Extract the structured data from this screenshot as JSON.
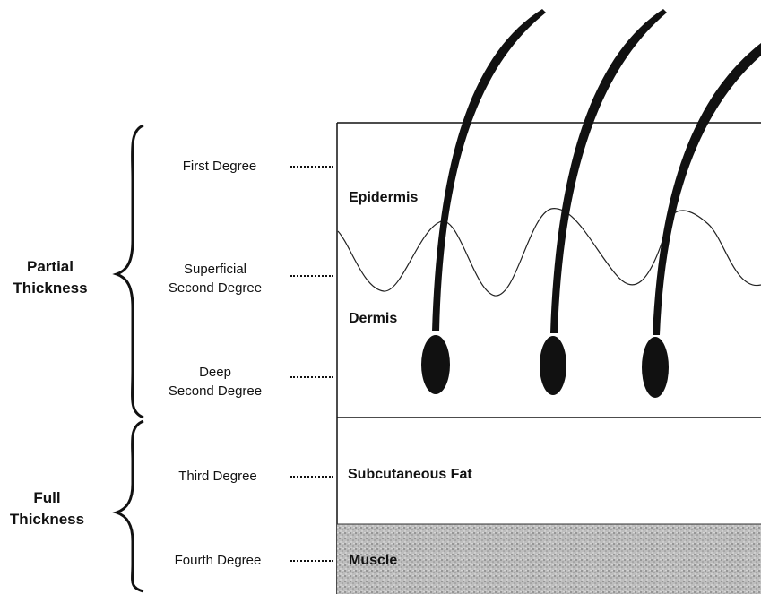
{
  "groups": {
    "partial": [
      "Partial",
      "Thickness"
    ],
    "full": [
      "Full",
      "Thickness"
    ]
  },
  "degrees": {
    "first": [
      "First Degree"
    ],
    "superficial_second": [
      "Superficial",
      "Second Degree"
    ],
    "deep_second": [
      "Deep",
      "Second Degree"
    ],
    "third": [
      "Third Degree"
    ],
    "fourth": [
      "Fourth Degree"
    ]
  },
  "layers": {
    "epidermis": "Epidermis",
    "dermis": "Dermis",
    "subcutaneous_fat": "Subcutaneous Fat",
    "muscle": "Muscle"
  }
}
